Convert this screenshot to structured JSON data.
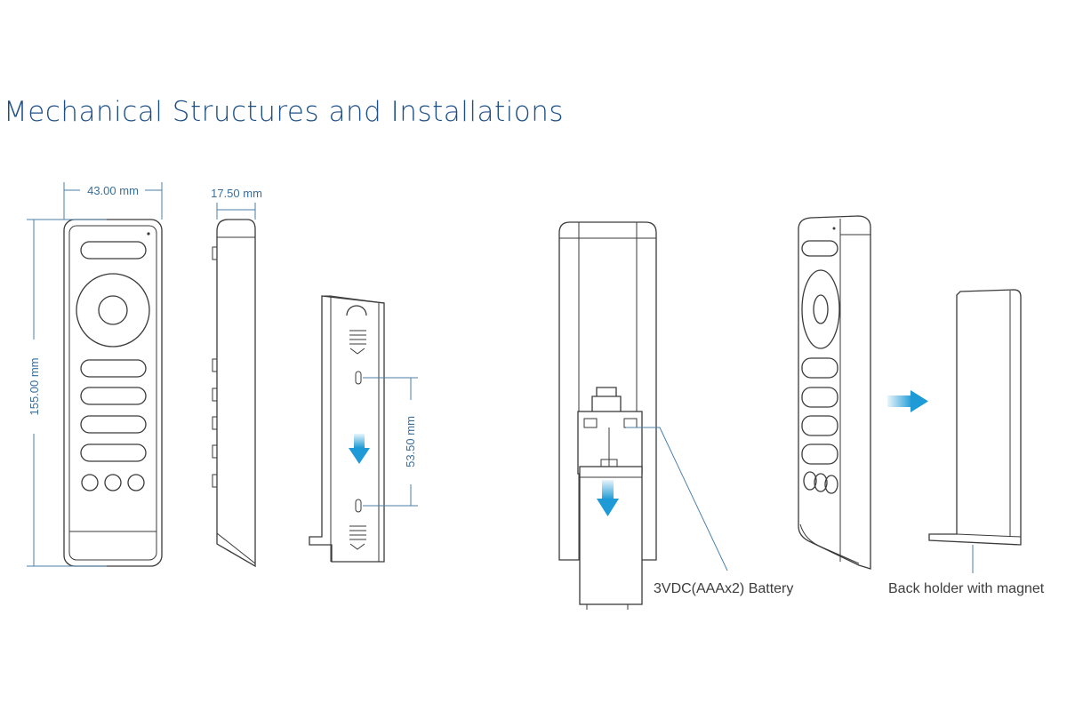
{
  "title": "Mechanical Structures and Installations",
  "dimensions": {
    "width": "43.00 mm",
    "depth": "17.50 mm",
    "height": "155.00 mm",
    "screw_spacing": "53.50 mm"
  },
  "captions": {
    "battery": "3VDC(AAAx2) Battery",
    "holder": "Back holder with magnet"
  },
  "colors": {
    "title": "#1c4f86",
    "dimension": "#3a6f9a",
    "arrow": "#1e9ad6"
  }
}
